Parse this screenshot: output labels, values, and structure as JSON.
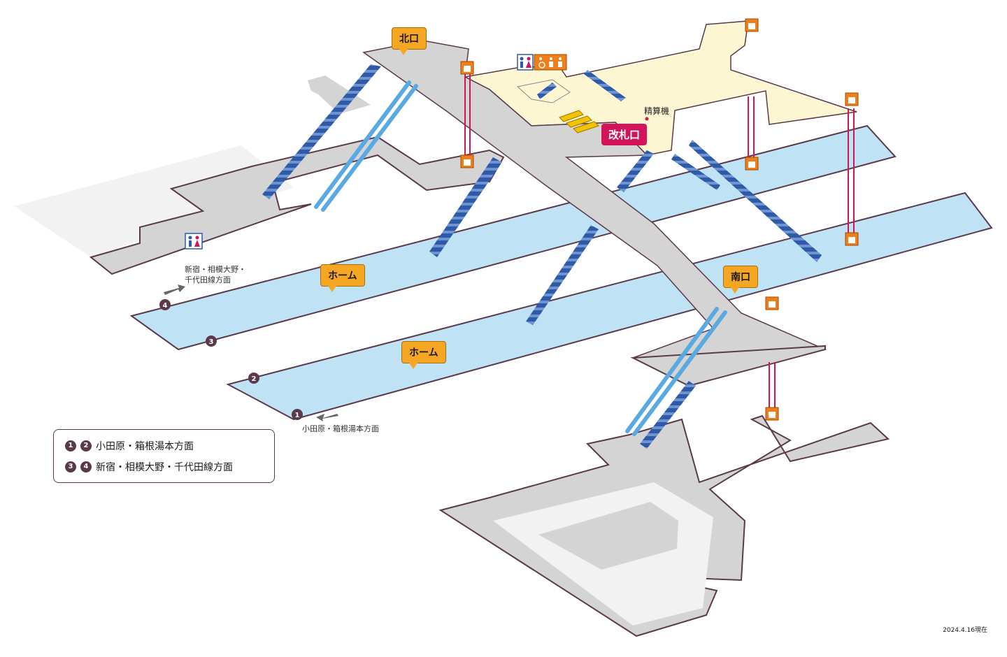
{
  "colors": {
    "concourse": "#d9d9d9",
    "platform": "#bfe3f5",
    "paid_area": "#fdf6d3",
    "stairs": "#2e5aa8",
    "escalator": "#5aa9e0",
    "elevator_shaft": "#d4145a",
    "edge": "#5a3a4a",
    "callout": "#f5a623",
    "gate": "#d4145a"
  },
  "labels": {
    "north_exit": "北口",
    "south_exit": "南口",
    "platform_upper": "ホーム",
    "platform_lower": "ホーム",
    "ticket_gate": "改札口",
    "fare_machine": "精算機",
    "dir_shinjuku_line1": "新宿・相模大野・",
    "dir_shinjuku_line2": "千代田線方面",
    "dir_odawara": "小田原・箱根湯本方面"
  },
  "track_numbers": [
    "4",
    "3",
    "2",
    "1"
  ],
  "legend": {
    "row1_nums": [
      "1",
      "2"
    ],
    "row1_text": "小田原・箱根湯本方面",
    "row2_nums": [
      "3",
      "4"
    ],
    "row2_text": "新宿・相模大野・千代田線方面"
  },
  "date": "2024.4.16現在",
  "icons": [
    "elevator-icon",
    "restroom-icon",
    "accessible-restroom-icon",
    "escalator-icon",
    "stairs-icon",
    "direction-arrow-icon"
  ]
}
